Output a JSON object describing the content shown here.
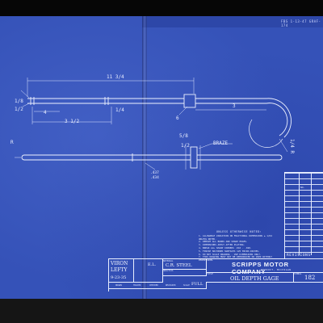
{
  "header": {
    "code": "FBS  1-13-47  GRAF-174"
  },
  "drawing": {
    "dim_overall": "11 3/4",
    "dim_left_a": "1/8",
    "dim_left_b": "1/2",
    "dim_mid": "4",
    "dim_span": "3 1/2",
    "dim_right_quarter": "1/4",
    "dim_bend": "3",
    "dim_radius": "1/4 R",
    "dim_tip_r": "R",
    "dim_angle": "6",
    "dim_side_a": "5/8",
    "dim_side_b": "1/2",
    "dim_small_r": "R",
    "dim_diam": ".437 .434",
    "braze_label": "BRAZE"
  },
  "notes": {
    "title": "UNLESS OTHERWISE NOTED:",
    "items": [
      "1. ALLOWABLE VARIATION ON FRACTIONAL DIMENSIONS ± 1/64 UNLESS NOTED.",
      "2. REMOVE ALL BURRS AND SHARP EDGES.",
      "3. DIMENSIONS APPLY AFTER PLATING.",
      "4. BREAK ALL SHARP CORNERS .010 - .020.",
      "5. FINISH MACHINED SURFACES 125 MICRO-INCHES.",
      "6. DO NOT SCALE DRAWING - USE DIMENSIONS ONLY.",
      "7. THIS DRAWING MUST NOT BE REPRODUCED OR USED WITHOUT PERMISSION."
    ]
  },
  "revision": {
    "label": "REVISIONS",
    "col_no": "NO."
  },
  "title_block": {
    "name_a": "VIRON",
    "name_b": "LEFTY",
    "date": "9-23-35",
    "checked": "E.L.",
    "material_label": "MATERIAL",
    "material": "C.R. STEEL",
    "analysis_label": "ANALYSIS",
    "company": "SCRIPPS MOTOR COMPANY",
    "company_sub": "DETROIT, MICHIGAN",
    "title_label": "TITLE",
    "title": "OIL DEPTH GAGE",
    "scale_label": "SCALE",
    "scale": "FULL",
    "drawn_label": "DRAWN",
    "traced_label": "TRACED",
    "checked_label": "CHECKED",
    "released_label": "RELEASED",
    "symbol_label": "SYMBOL",
    "number": "182"
  }
}
